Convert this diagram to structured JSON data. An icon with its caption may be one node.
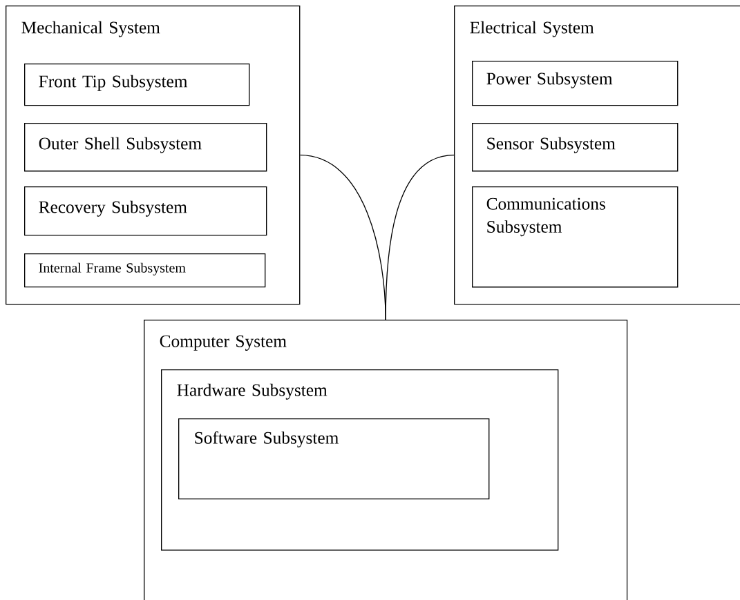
{
  "diagram": {
    "nodes": [
      {
        "text": [
          "Mechanical System"
        ]
      },
      {
        "text": [
          "Front Tip Subsystem"
        ],
        "in": 0
      },
      {
        "text": [
          "Outer Shell Subsystem"
        ],
        "in": 0
      },
      {
        "text": [
          "Recovery Subsystem"
        ],
        "in": 0
      },
      {
        "text": [
          "Internal Frame Subsystem"
        ],
        "in": 0
      },
      {
        "text": [
          "Electrical System"
        ]
      },
      {
        "text": [
          "Power Subsystem"
        ],
        "in": 5
      },
      {
        "text": [
          "Sensor Subsystem"
        ],
        "in": 5
      },
      {
        "text": [
          "Communications Subsystem"
        ],
        "in": 5
      },
      {
        "text": [
          "Computer System"
        ]
      },
      {
        "text": [
          "Hardware Subsystem"
        ],
        "in": 9
      },
      {
        "text": [
          "Software Subsystem"
        ],
        "in": 10
      }
    ],
    "edges": [
      {
        "from": 0,
        "to": 9,
        "arrow": "none"
      },
      {
        "from": 5,
        "to": 9,
        "arrow": "none"
      }
    ]
  }
}
